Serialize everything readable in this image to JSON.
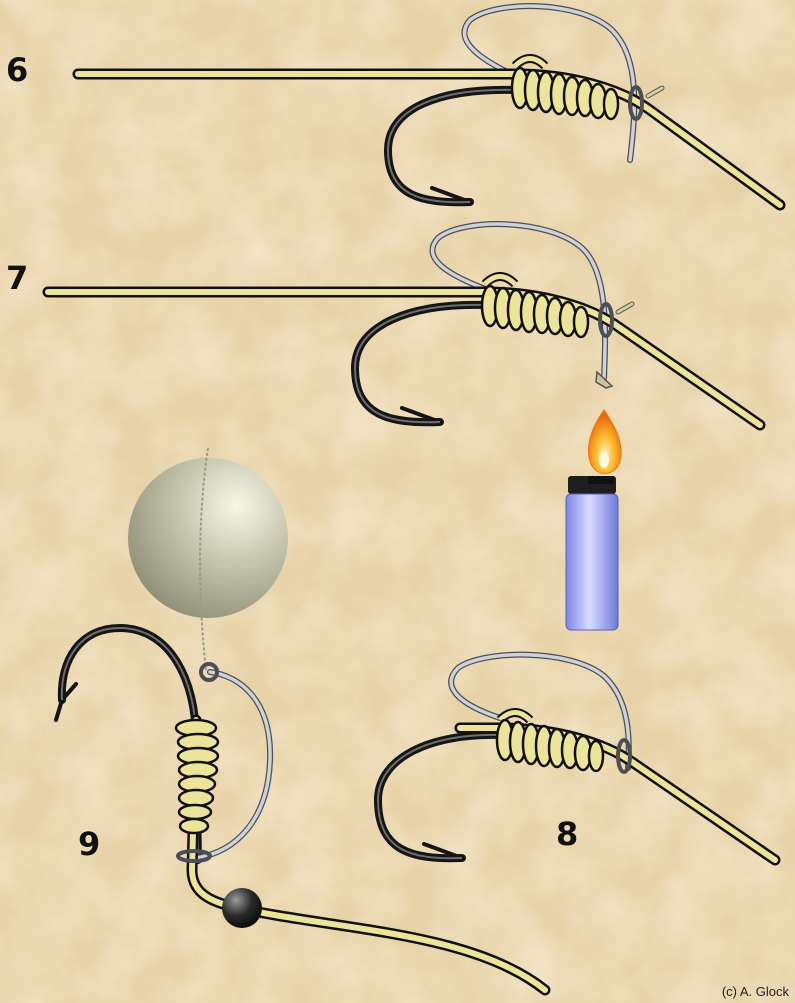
{
  "labels": {
    "step6": "6",
    "step7": "7",
    "step8": "8",
    "step9": "9"
  },
  "credit": "(c) A. Glock",
  "colors": {
    "background": "#ead7b0",
    "line_fill": "#ece49a",
    "line_outline": "#1a1a10",
    "hook": "#1b1b1b",
    "loop": "#c9cdd3",
    "bead": "#c8c8b0",
    "lighter_body": "#9fa6f2",
    "flame": "#f5a623"
  },
  "icons": [
    "hook-icon",
    "knot-wraps-icon",
    "lighter-icon",
    "flame-icon",
    "bait-bead-icon",
    "stopper-bead-icon"
  ]
}
